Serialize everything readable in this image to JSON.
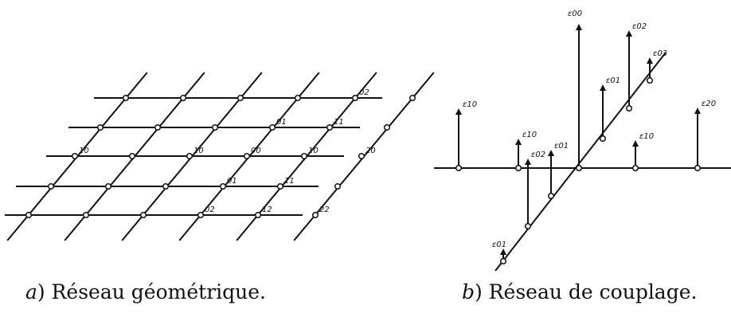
{
  "panel_a": {
    "caption_letter": "a",
    "caption_text": "Réseau géométrique.",
    "rows": [
      {
        "labels": [
          {
            "col": 4,
            "text": "02"
          }
        ]
      },
      {
        "labels": [
          {
            "col": 3,
            "text": "01"
          },
          {
            "col": 4,
            "text": "11"
          }
        ]
      },
      {
        "labels": [
          {
            "col": 0,
            "text": "10"
          },
          {
            "col": 2,
            "text": "10"
          },
          {
            "col": 3,
            "text": "00"
          },
          {
            "col": 4,
            "text": "10"
          },
          {
            "col": 5,
            "text": "20"
          }
        ]
      },
      {
        "labels": [
          {
            "col": 3,
            "text": "01"
          },
          {
            "col": 4,
            "text": "11"
          }
        ]
      },
      {
        "labels": [
          {
            "col": 3,
            "text": "02"
          },
          {
            "col": 4,
            "text": "12"
          },
          {
            "col": 5,
            "text": "22"
          }
        ]
      }
    ]
  },
  "panel_b": {
    "caption_letter": "b",
    "caption_text": "Réseau de couplage.",
    "horizontal_labels": [
      "ε10",
      "ε10",
      "ε00",
      "ε10",
      "ε20"
    ],
    "diagonal_labels": [
      "ε01",
      "ε02",
      "ε01",
      "ε01",
      "ε02",
      "ε03"
    ]
  }
}
